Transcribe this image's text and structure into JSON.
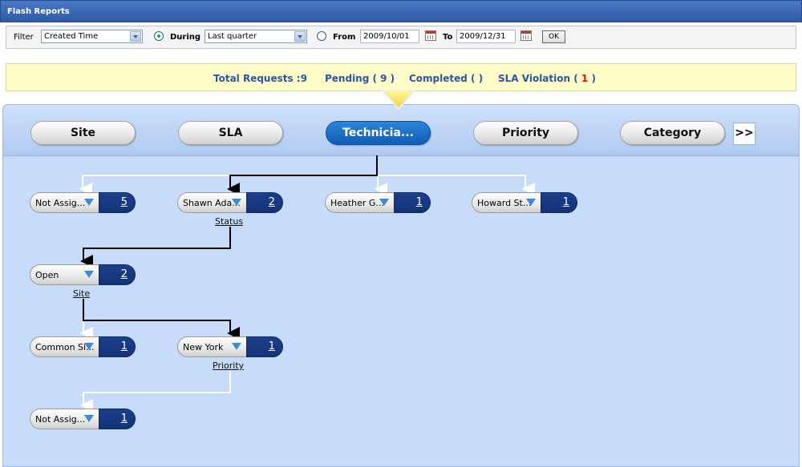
{
  "window": {
    "title": "Flash Reports"
  },
  "filter": {
    "filter_label": "Filter",
    "filter_value": "Created Time",
    "during_label": "During",
    "during_value": "Last quarter",
    "from_label": "From",
    "from_value": "2009/10/01",
    "to_label": "To",
    "to_value": "2009/12/31",
    "ok_label": "OK"
  },
  "summary": {
    "total": "Total Requests :9",
    "pending": "Pending ( 9 )",
    "completed": "Completed ( )",
    "sla_prefix": "SLA Violation (",
    "sla_value": "1",
    "sla_suffix": ")"
  },
  "tabs": [
    {
      "label": "Site"
    },
    {
      "label": "SLA"
    },
    {
      "label": "Technicia..."
    },
    {
      "label": "Priority"
    },
    {
      "label": "Category"
    }
  ],
  "more_label": ">>",
  "tree": {
    "row1": [
      {
        "label": "Not Assig...",
        "count": "5"
      },
      {
        "label": "Shawn Ada...",
        "count": "2"
      },
      {
        "label": "Heather G...",
        "count": "1"
      },
      {
        "label": "Howard St...",
        "count": "1"
      }
    ],
    "status_link": "Status",
    "row2": [
      {
        "label": "Open",
        "count": "2"
      }
    ],
    "site_link": "Site",
    "row3": [
      {
        "label": "Common Si...",
        "count": "1"
      },
      {
        "label": "New York",
        "count": "1"
      }
    ],
    "priority_link": "Priority",
    "row4": [
      {
        "label": "Not Assig...",
        "count": "1"
      }
    ]
  },
  "colors": {
    "accent": "#2c56a0",
    "active_tab": "#0d5db7",
    "node_count": "#1c3f8c",
    "violation": "#d4141a",
    "summary_bg": "#fdfbc8",
    "canvas_bg": "#c7dcfb"
  }
}
